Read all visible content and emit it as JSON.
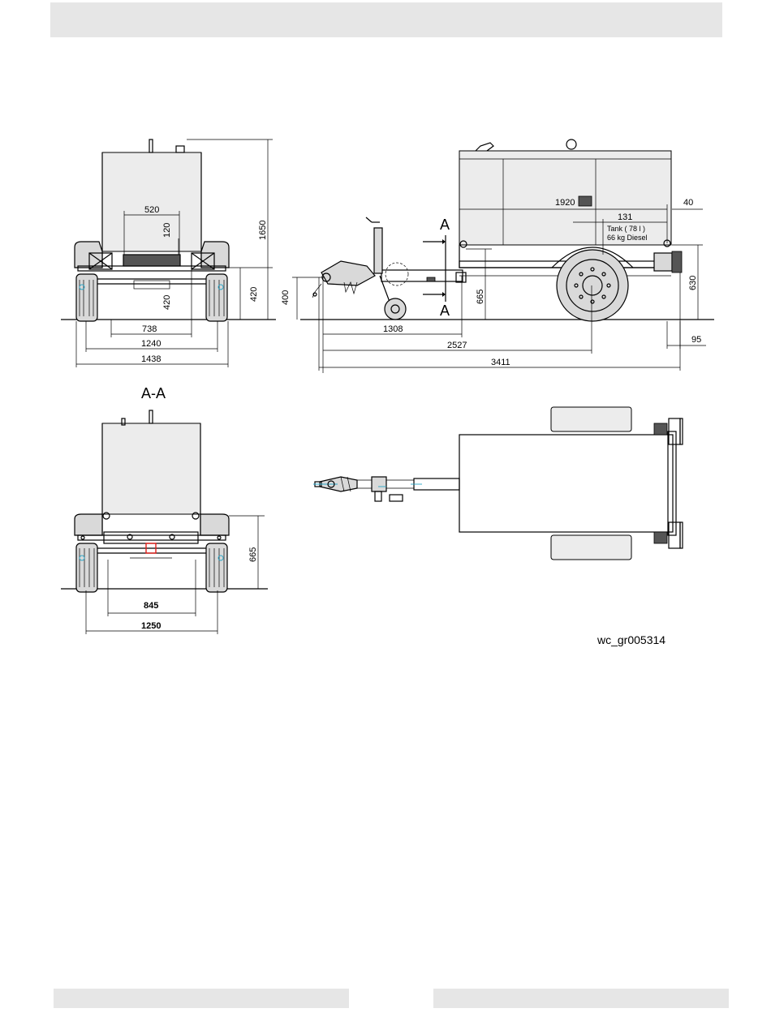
{
  "header_bar": "",
  "footer_left": "",
  "footer_right": "",
  "front_view": {
    "dims": {
      "w520": "520",
      "h120": "120",
      "h1650": "1650",
      "h420_left": "420",
      "h420_right": "420",
      "w738": "738",
      "w1240": "1240",
      "w1438": "1438"
    }
  },
  "side_view": {
    "dims": {
      "l1920": "1920",
      "l40": "40",
      "l131": "131",
      "tank_line1": "Tank ( 78 l )",
      "tank_line2": "66 kg Diesel",
      "h400": "400",
      "h665": "665",
      "h630": "630",
      "l1308": "1308",
      "l2527": "2527",
      "l3411": "3411",
      "l95": "95"
    },
    "section_marker_top": "A",
    "section_marker_bottom": "A"
  },
  "section_view": {
    "title": "A-A",
    "dims": {
      "h665": "665",
      "w845": "845",
      "w1250": "1250"
    }
  },
  "reference_code": "wc_gr005314"
}
